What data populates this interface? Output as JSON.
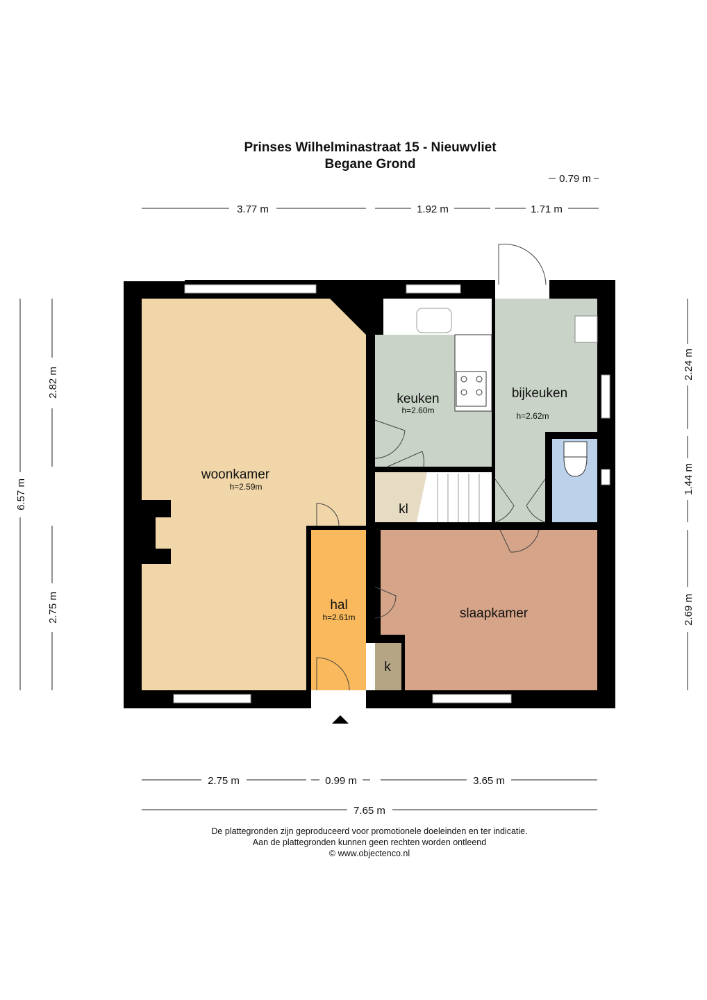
{
  "title": {
    "line1": "Prinses Wilhelminastraat 15 - Nieuwvliet",
    "line2": "Begane Grond"
  },
  "rooms": {
    "woonkamer": {
      "name": "woonkamer",
      "height": "h=2.59m"
    },
    "keuken": {
      "name": "keuken",
      "height": "h=2.60m"
    },
    "bijkeuken": {
      "name": "bijkeuken",
      "height": "h=2.62m"
    },
    "kl": {
      "name": "kl"
    },
    "hal": {
      "name": "hal",
      "height": "h=2.61m"
    },
    "slaapkamer": {
      "name": "slaapkamer"
    },
    "k": {
      "name": "k"
    }
  },
  "dimensions": {
    "top": [
      "3.77 m",
      "1.92 m",
      "1.71 m"
    ],
    "top_small": "0.79 m",
    "bottom": [
      "2.75 m",
      "0.99 m",
      "3.65 m"
    ],
    "bottom_total": "7.65 m",
    "left_outer": "6.57 m",
    "left_inner": [
      "2.82 m",
      "2.75 m"
    ],
    "right": [
      "2.24 m",
      "1.44 m",
      "2.69 m"
    ]
  },
  "footer": {
    "line1": "De plattegronden zijn geproduceerd voor promotionele doeleinden en ter indicatie.",
    "line2": "Aan de plattegronden kunnen geen rechten worden ontleend",
    "line3": "© www.objectenco.nl"
  },
  "colors": {
    "woonkamer": "#F0D6A8",
    "keuken": "#C9D3C7",
    "toilet": "#BCD1EA",
    "kl": "#E6DCC4",
    "hal": "#F9B95C",
    "slaapkamer": "#D6A488",
    "k": "#B5A585"
  }
}
